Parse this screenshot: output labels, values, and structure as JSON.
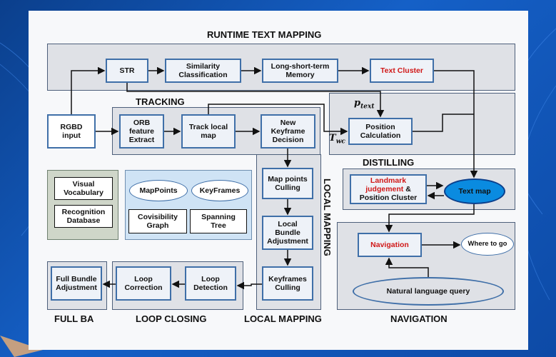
{
  "titles": {
    "runtime": "RUNTIME TEXT MAPPING",
    "tracking": "TRACKING",
    "distilling": "DISTILLING",
    "local_mapping_vertical": "LOCAL MAPPING",
    "full_ba": "FULL BA",
    "loop_closing": "LOOP CLOSING",
    "local_mapping": "LOCAL MAPPING",
    "navigation": "NAVIGATION"
  },
  "nodes": {
    "str": "STR",
    "similarity": "Similarity Classification",
    "long_short": "Long-short-term Memory",
    "text_cluster": "Text Cluster",
    "rgbd": "RGBD input",
    "orb": "ORB feature Extract",
    "track_local": "Track local map",
    "new_keyframe": "New Keyframe Decision",
    "position_calc": "Position Calculation",
    "landmark_red": "Landmark judgement",
    "landmark_rest": " & Position Cluster",
    "text_map": "Text map",
    "visual_vocab": "Visual Vocabulary",
    "recognition_db": "Recognition Database",
    "mappoints": "MapPoints",
    "keyframes": "KeyFrames",
    "covisibility": "Covisibility Graph",
    "spanning": "Spanning Tree",
    "map_points_culling": "Map points Culling",
    "local_bundle": "Local Bundle Adjustment",
    "keyframes_culling": "Keyframes Culling",
    "loop_detection": "Loop Detection",
    "loop_correction": "Loop Correction",
    "full_bundle": "Full Bundle Adjustment",
    "navigation": "Navigation",
    "where_to_go": "Where to go",
    "nl_query": "Natural language query"
  },
  "math": {
    "p_main": "p",
    "p_sub": "text",
    "t_main": "T",
    "t_sub": "wc"
  },
  "colors": {
    "accent_red": "#d01818",
    "text_map_fill": "#0a8be0",
    "box_border": "#3f6fa8",
    "background": "#1560c7"
  }
}
